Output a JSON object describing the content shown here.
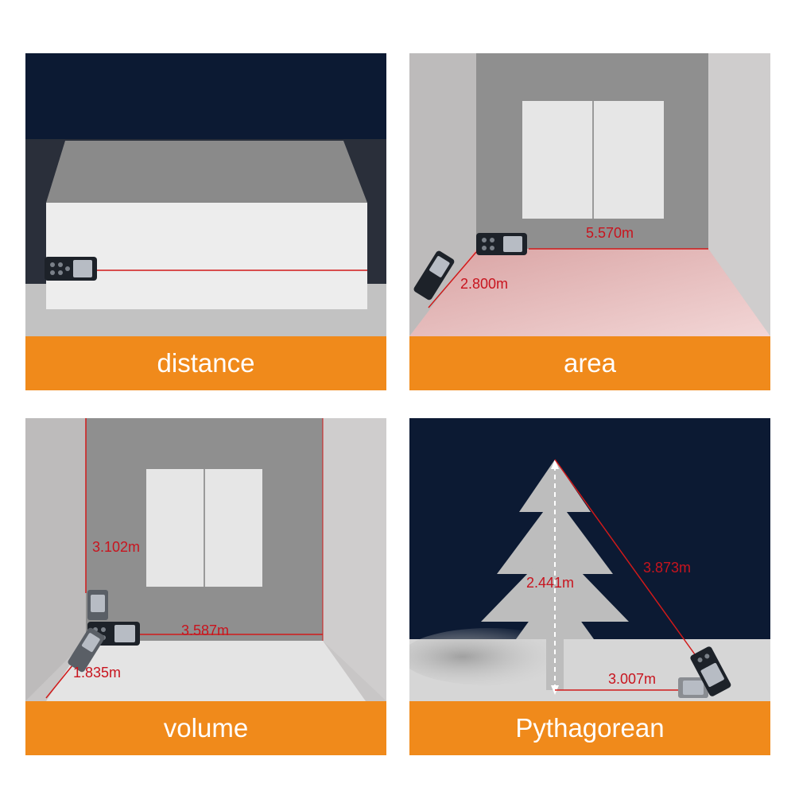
{
  "colors": {
    "caption_bg": "#f08a1b",
    "night_sky": "#0c1a33",
    "laser_red": "#d11a1a",
    "label_red": "#c8141e"
  },
  "panels": {
    "distance": {
      "caption": "distance"
    },
    "area": {
      "caption": "area",
      "length": "5.570m",
      "width": "2.800m"
    },
    "volume": {
      "caption": "volume",
      "height": "3.102m",
      "length": "3.587m",
      "width": "1.835m"
    },
    "pythagorean": {
      "caption": "Pythagorean",
      "hypotenuse": "3.873m",
      "height": "2.441m",
      "base": "3.007m"
    }
  }
}
